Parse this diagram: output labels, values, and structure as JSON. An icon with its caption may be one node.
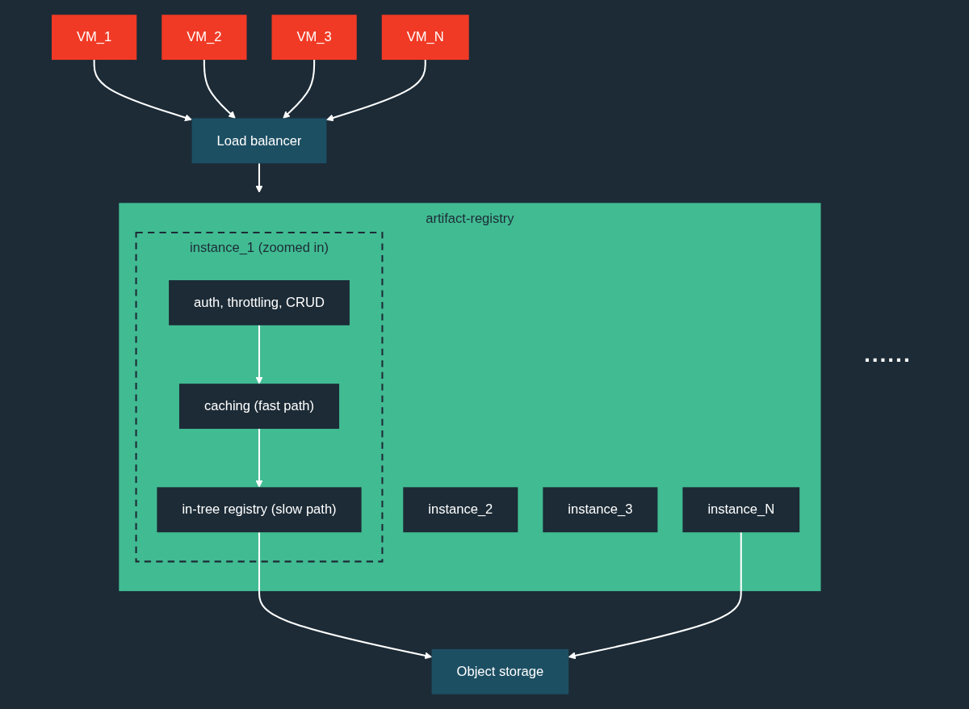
{
  "diagram": {
    "nodes": [
      {
        "text": [
          "VM_1"
        ]
      },
      {
        "text": [
          "VM_2"
        ]
      },
      {
        "text": [
          "VM_3"
        ]
      },
      {
        "text": [
          "VM_N"
        ]
      },
      {
        "text": [
          "Load balancer"
        ]
      },
      {
        "text": [
          "artifact-registry"
        ]
      },
      {
        "text": [
          "instance_1 (zoomed in)"
        ],
        "in": 5
      },
      {
        "text": [
          "auth, throttling, CRUD"
        ],
        "in": 6
      },
      {
        "text": [
          "caching (fast path)"
        ],
        "in": 6
      },
      {
        "text": [
          "in-tree registry (slow path)"
        ],
        "in": 6
      },
      {
        "text": [
          "instance_2"
        ],
        "in": 5
      },
      {
        "text": [
          "instance_3"
        ],
        "in": 5
      },
      {
        "text": [
          "instance_N"
        ],
        "in": 5
      },
      {
        "text": [
          "Object storage"
        ]
      }
    ],
    "edges": [
      {
        "from": 0,
        "to": 4,
        "arrow": "to"
      },
      {
        "from": 1,
        "to": 4,
        "arrow": "to"
      },
      {
        "from": 2,
        "to": 4,
        "arrow": "to"
      },
      {
        "from": 3,
        "to": 4,
        "arrow": "to"
      },
      {
        "from": 4,
        "to": 5,
        "arrow": "to"
      },
      {
        "from": 7,
        "to": 8,
        "arrow": "to"
      },
      {
        "from": 8,
        "to": 9,
        "arrow": "to"
      },
      {
        "from": 9,
        "to": 13,
        "arrow": "to"
      },
      {
        "from": 12,
        "to": 13,
        "arrow": "to"
      }
    ],
    "labels": [
      "......"
    ]
  }
}
